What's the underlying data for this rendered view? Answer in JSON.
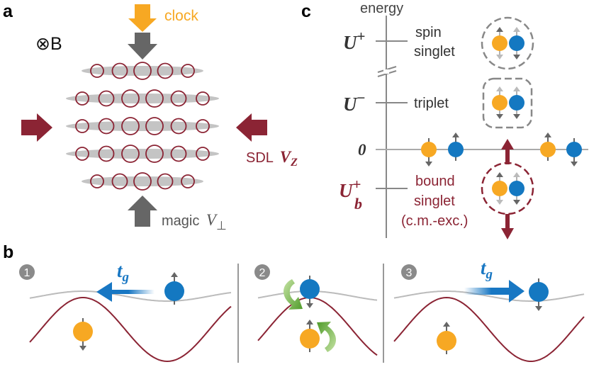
{
  "panels": {
    "a": "a",
    "b": "b",
    "c": "c"
  },
  "panel_a": {
    "field_symbol": "⊗B",
    "clock_label": "clock",
    "sdl_label": "SDL",
    "sdl_symbol": "V",
    "sdl_subscript": "Z",
    "magic_label": "magic",
    "magic_symbol": "V",
    "magic_subscript": "⊥",
    "lattice_rows": [
      5,
      6,
      6,
      6,
      5
    ]
  },
  "panel_b": {
    "steps": [
      "1",
      "2",
      "3"
    ],
    "hopping_symbol": "t",
    "hopping_subscript": "g"
  },
  "panel_c": {
    "axis_label": "energy",
    "levels": [
      {
        "symbol": "U",
        "superscript": "+",
        "subscript": "",
        "label_lines": [
          "spin",
          "singlet"
        ]
      },
      {
        "symbol": "U",
        "superscript": "−",
        "subscript": "",
        "label_lines": [
          "triplet"
        ]
      },
      {
        "symbol": "0",
        "superscript": "",
        "subscript": "",
        "label_lines": []
      },
      {
        "symbol": "U",
        "superscript": "+",
        "subscript": "b",
        "label_lines": [
          "bound",
          "singlet",
          "(c.m.-exc.)"
        ]
      }
    ]
  },
  "colors": {
    "dark_red": "#8b2434",
    "orange": "#f7a823",
    "blue": "#1478c1",
    "gray_dark": "#666666",
    "gray_mid": "#888888",
    "gray_light": "#bbbbbb",
    "ellipse_gray": "#c4c4c4",
    "green": "#6bb33a",
    "hop_blue": "#1877c3"
  }
}
